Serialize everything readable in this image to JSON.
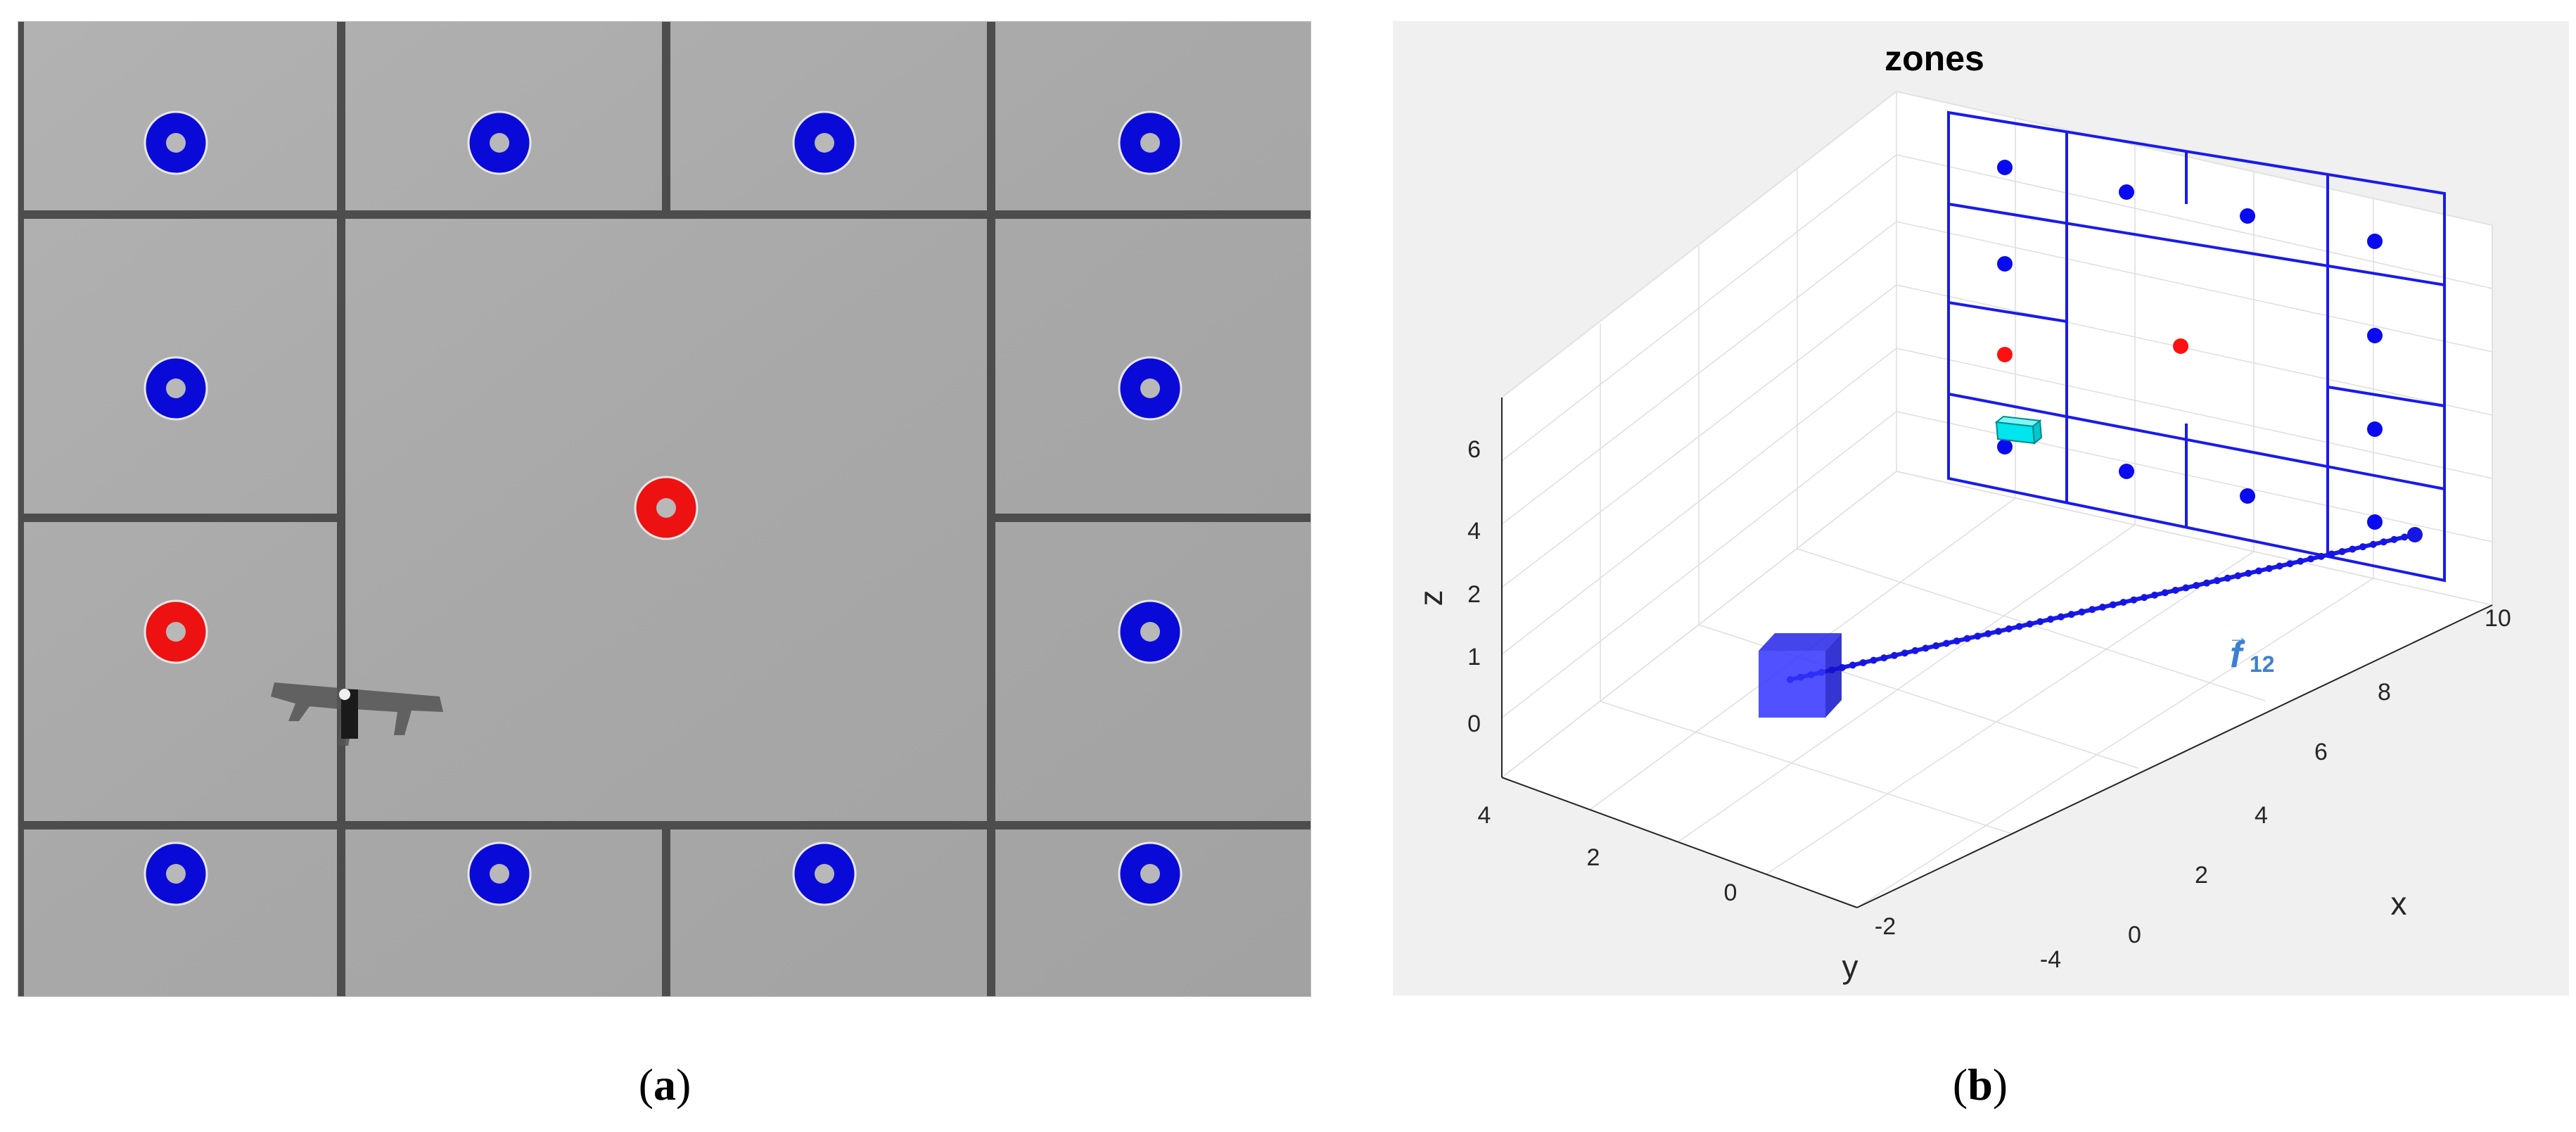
{
  "panels": [
    {
      "id": "a",
      "label": "a",
      "targets": [
        {
          "color": "blue"
        },
        {
          "color": "blue"
        },
        {
          "color": "blue"
        },
        {
          "color": "blue"
        },
        {
          "color": "blue"
        },
        {
          "color": "red"
        },
        {
          "color": "blue"
        },
        {
          "color": "red"
        },
        {
          "color": "blue"
        },
        {
          "color": "blue"
        },
        {
          "color": "blue"
        },
        {
          "color": "blue"
        },
        {
          "color": "blue"
        }
      ]
    },
    {
      "id": "b",
      "label": "b",
      "title": "zones",
      "axes": {
        "x": {
          "label": "x",
          "ticks": [
            "0",
            "2",
            "4",
            "6",
            "8",
            "10"
          ]
        },
        "y": {
          "label": "y",
          "ticks": [
            "4",
            "2",
            "0",
            "-2",
            "-4"
          ]
        },
        "z": {
          "label": "z",
          "ticks": [
            "0",
            "1",
            "2",
            "4",
            "6"
          ]
        }
      },
      "vector_label": {
        "symbol": "f",
        "subscript": "12"
      }
    }
  ],
  "colors": {
    "blue_target": "#0a0ad8",
    "red_target": "#ee1111",
    "grid_blue": "#1a1aee",
    "panel_gray": "#a9a9a9",
    "seam": "#4d4d4d",
    "figure_bg": "#f0f0f0",
    "drone": "#00e5ee",
    "vector_label": "#3f7fcf"
  }
}
